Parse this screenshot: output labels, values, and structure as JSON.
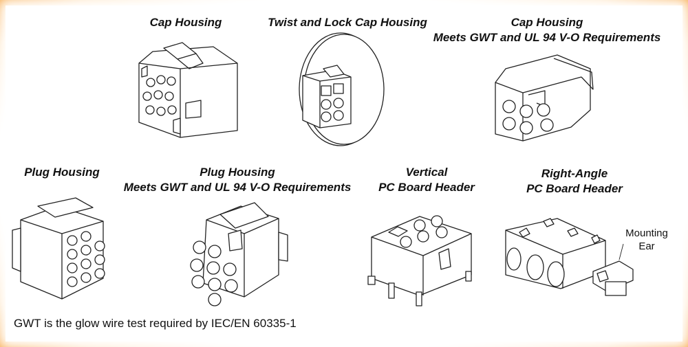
{
  "parts": [
    {
      "caption": [
        "Cap Housing"
      ]
    },
    {
      "caption": [
        "Twist and Lock Cap Housing"
      ]
    },
    {
      "caption": [
        "Cap Housing",
        "Meets GWT and UL 94 V-O Requirements"
      ]
    },
    {
      "caption": [
        "Plug Housing"
      ]
    },
    {
      "caption": [
        "Plug Housing",
        "Meets GWT and UL 94 V-O Requirements"
      ]
    },
    {
      "caption": [
        "Vertical",
        "PC Board Header"
      ]
    },
    {
      "caption": [
        "Right-Angle",
        "PC Board Header"
      ]
    }
  ],
  "callout": {
    "line1": "Mounting",
    "line2": "Ear"
  },
  "footnote": "GWT is the glow wire test required by IEC/EN 60335-1"
}
